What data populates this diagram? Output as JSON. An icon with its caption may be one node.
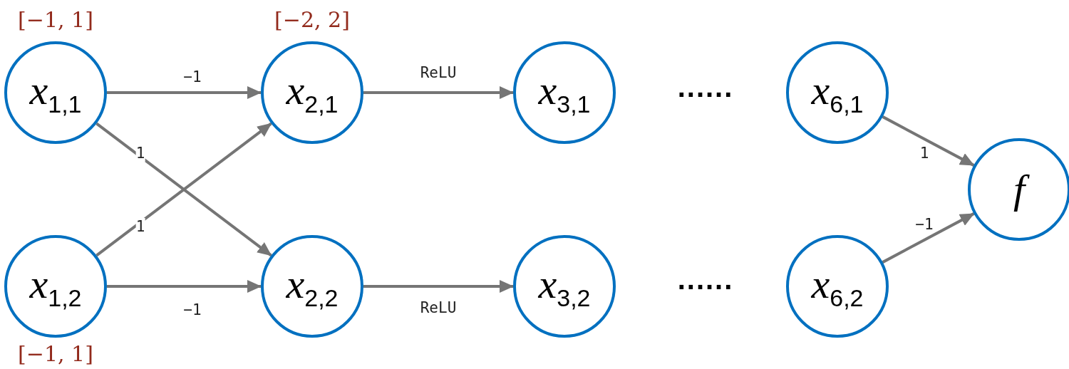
{
  "diagram": {
    "nodes": [
      {
        "text": [
          "x$_{1,1}$"
        ],
        "beside": [
          "[−1, 1]"
        ]
      },
      {
        "text": [
          "x$_{2,1}$"
        ],
        "beside": [
          "[−2, 2]"
        ]
      },
      {
        "text": [
          "x$_{3,1}$"
        ]
      },
      {
        "text": [
          "x$_{6,1}$"
        ]
      },
      {
        "text": [
          "x$_{1,2}$"
        ],
        "beside": [
          "[−1, 1]"
        ]
      },
      {
        "text": [
          "x$_{2,2}$"
        ]
      },
      {
        "text": [
          "x$_{3,2}$"
        ]
      },
      {
        "text": [
          "x$_{6,2}$"
        ]
      },
      {
        "text": [
          "f"
        ]
      }
    ],
    "edges": [
      {
        "from": 0,
        "to": 1,
        "arrow": "to",
        "label": "−1"
      },
      {
        "from": 0,
        "to": 5,
        "arrow": "to",
        "label": "1"
      },
      {
        "from": 4,
        "to": 1,
        "arrow": "to",
        "label": "1"
      },
      {
        "from": 4,
        "to": 5,
        "arrow": "to",
        "label": "−1"
      },
      {
        "from": 1,
        "to": 2,
        "arrow": "to",
        "label": "ReLU"
      },
      {
        "from": 5,
        "to": 6,
        "arrow": "to",
        "label": "ReLU"
      },
      {
        "from": 3,
        "to": 8,
        "arrow": "to",
        "label": "1"
      },
      {
        "from": 7,
        "to": 8,
        "arrow": "to",
        "label": "−1"
      }
    ],
    "labels": [
      "......",
      "......"
    ]
  }
}
